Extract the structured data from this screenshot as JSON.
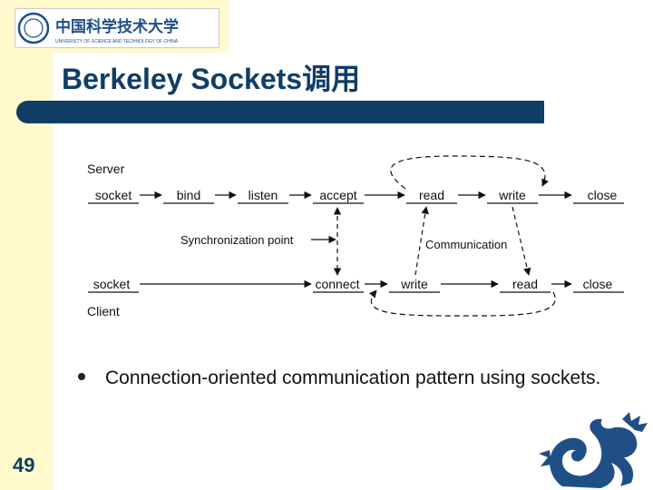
{
  "logo": {
    "name_cn": "中国科学技术大学",
    "name_en": "UNIVERSITY OF SCIENCE AND TECHNOLOGY OF CHINA"
  },
  "slide": {
    "title": "Berkeley Sockets调用",
    "bullet_text": "Connection-oriented communication pattern using sockets.",
    "page_number": "49"
  },
  "diagram": {
    "server_label": "Server",
    "client_label": "Client",
    "sync_label": "Synchronization point",
    "comm_label": "Communication",
    "server_steps": [
      "socket",
      "bind",
      "listen",
      "accept",
      "read",
      "write",
      "close"
    ],
    "client_steps": [
      "socket",
      "connect",
      "write",
      "read",
      "close"
    ]
  },
  "colors": {
    "accent": "#0f3d66",
    "strip": "#fff9cc",
    "dragon": "#1f4f86"
  }
}
